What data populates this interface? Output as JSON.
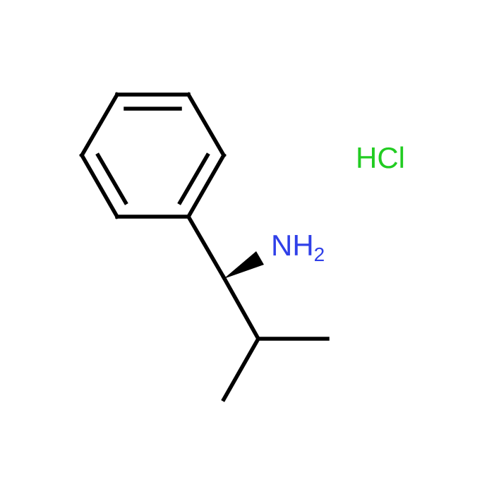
{
  "molecule": {
    "amine": {
      "symbol": "NH",
      "subscript": "2",
      "color": "#3040e8"
    },
    "salt": {
      "symbol": "HCl",
      "color": "#22cc22"
    },
    "bond_color": "#000000",
    "stereo_bond": "wedge"
  }
}
